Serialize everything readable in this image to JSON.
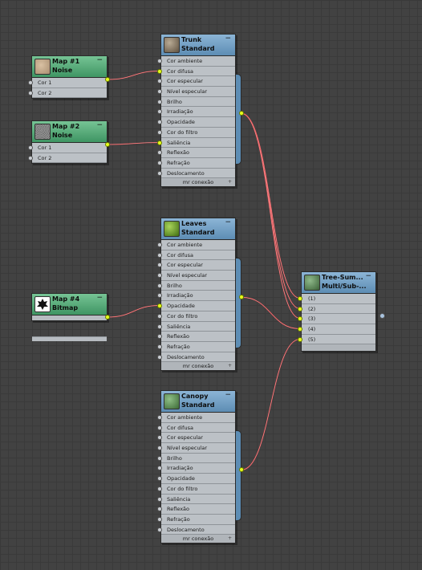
{
  "material_params": [
    "Cor ambiente",
    "Cor difusa",
    "Cor especular",
    "Nível especular",
    "Brilho",
    "Irradiação",
    "Opacidade",
    "Cor do filtro",
    "Saliência",
    "Reflexão",
    "Refração",
    "Deslocamento"
  ],
  "noise_params": [
    "Cor 1",
    "Cor 2"
  ],
  "footer_label": "mr conexão",
  "minus": "−",
  "plus": "+",
  "nodes": {
    "map1": {
      "name": "Map #1",
      "type": "Noise"
    },
    "map2": {
      "name": "Map #2",
      "type": "Noise"
    },
    "map4": {
      "name": "Map #4",
      "type": "Bitmap"
    },
    "trunk": {
      "name": "Trunk",
      "type": "Standard"
    },
    "leaves": {
      "name": "Leaves",
      "type": "Standard"
    },
    "canopy": {
      "name": "Canopy",
      "type": "Standard"
    },
    "multi": {
      "name": "Tree-Sum...",
      "type": "Multi/Sub-...",
      "slots": [
        "(1)",
        "(2)",
        "(3)",
        "(4)",
        "(5)"
      ]
    }
  },
  "connections": [
    {
      "from": "Map #1",
      "to": "Trunk",
      "slot": "Cor difusa"
    },
    {
      "from": "Map #2",
      "to": "Trunk",
      "slot": "Saliência"
    },
    {
      "from": "Map #4",
      "to": "Leaves",
      "slot": "Opacidade"
    },
    {
      "from": "Trunk",
      "to": "Tree-Sum...",
      "slot": "(1)"
    },
    {
      "from": "Trunk",
      "to": "Tree-Sum...",
      "slot": "(2)"
    },
    {
      "from": "Trunk",
      "to": "Tree-Sum...",
      "slot": "(3)"
    },
    {
      "from": "Leaves",
      "to": "Tree-Sum...",
      "slot": "(4)"
    },
    {
      "from": "Canopy",
      "to": "Tree-Sum...",
      "slot": "(5)"
    }
  ],
  "colors": {
    "wire": "#e5484c",
    "socket_active": "#e6ff1c",
    "material_header": "#6a9cc4",
    "map_header": "#55ad7a"
  }
}
